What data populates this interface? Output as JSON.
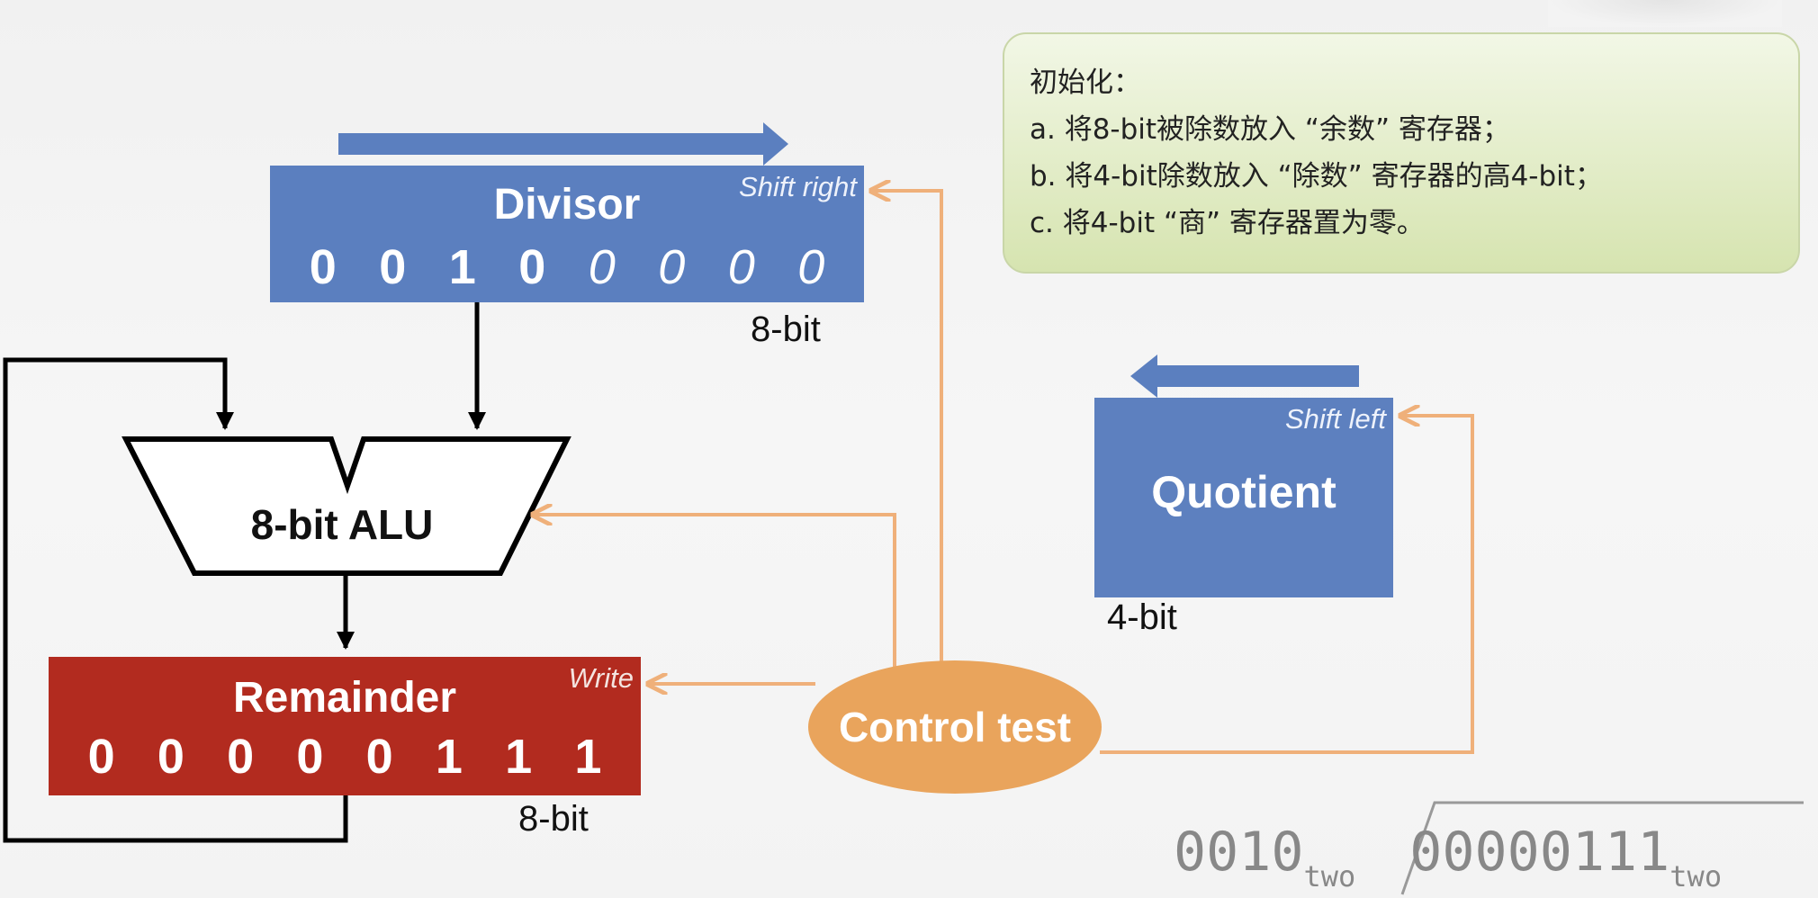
{
  "note": {
    "lines": [
      "初始化：",
      "a. 将8-bit被除数放入 “余数” 寄存器；",
      "b. 将4-bit除数放入 “除数” 寄存器的高4-bit；",
      "c. 将4-bit “商” 寄存器置为零。"
    ]
  },
  "divisor": {
    "title": "Divisor",
    "tag": "Shift right",
    "bits": [
      "0",
      "0",
      "1",
      "0",
      "0",
      "0",
      "0",
      "0"
    ],
    "width_label": "8-bit"
  },
  "quotient": {
    "title": "Quotient",
    "tag": "Shift left",
    "width_label": "4-bit"
  },
  "alu": {
    "label": "8-bit ALU"
  },
  "remainder": {
    "title": "Remainder",
    "tag": "Write",
    "bits": [
      "0",
      "0",
      "0",
      "0",
      "0",
      "1",
      "1",
      "1"
    ],
    "width_label": "8-bit"
  },
  "control": {
    "label": "Control test"
  },
  "formula": {
    "divisor": "0010",
    "divisor_sub": "two",
    "dividend": "00000111",
    "dividend_sub": "two"
  },
  "colors": {
    "register_blue": "#5b7fbf",
    "remainder_red": "#b22b1f",
    "control_orange": "#e9a45c",
    "wire_black": "#000000",
    "control_wire": "#efb07a"
  }
}
